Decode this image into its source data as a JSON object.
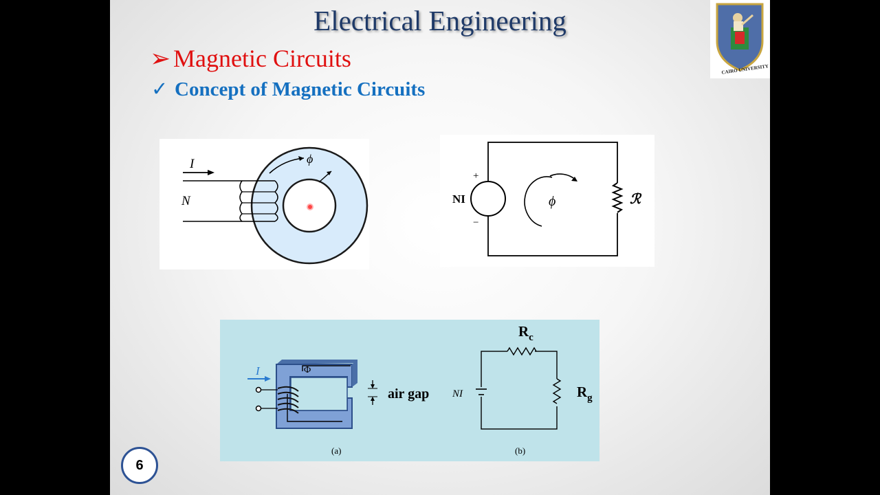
{
  "slide": {
    "title": "Electrical Engineering",
    "heading": "Magnetic Circuits",
    "heading_bullet": "➢",
    "subheading": "Concept of Magnetic Circuits",
    "subheading_bullet": "✓",
    "page_number": "6"
  },
  "logo": {
    "text": "CAIRO UNIVERSITY"
  },
  "toroid": {
    "current_label": "I",
    "turns_label": "N",
    "flux_label": "ϕ"
  },
  "equiv_circuit": {
    "source_label": "NI",
    "plus": "+",
    "minus": "−",
    "flux_label": "ϕ",
    "reluctance_label": "ℛ"
  },
  "air_gap_figure": {
    "current_label": "I",
    "flux_label": "Φ",
    "air_gap_label": "air gap",
    "caption_a": "(a)",
    "source_label": "NI",
    "rc_label": "R",
    "rc_sub": "c",
    "rg_label": "R",
    "rg_sub": "g",
    "caption_b": "(b)"
  },
  "colors": {
    "title": "#1f3a68",
    "heading": "#e01010",
    "subheading": "#1570c0",
    "toroid_core": "#d8ebfb",
    "figure_background": "#bfe3ea",
    "page_ring": "#2d5294"
  }
}
